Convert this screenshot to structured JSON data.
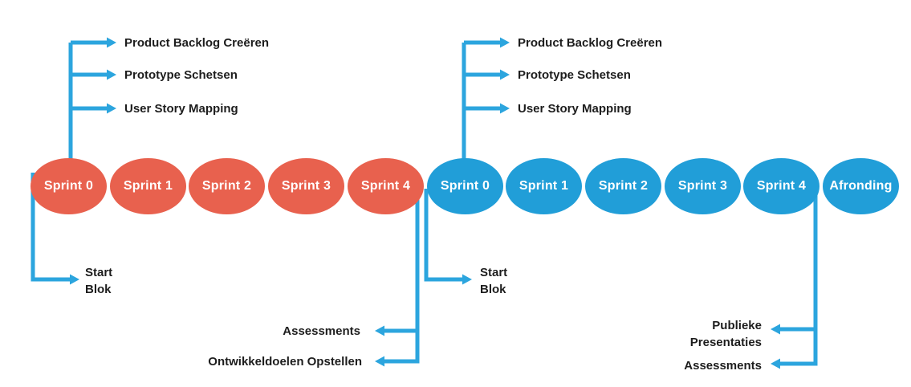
{
  "colors": {
    "red_circle": "#e8614e",
    "blue_circle": "#219ed8",
    "line_blue": "#2ca5de",
    "text_dark": "#1d1d1d",
    "circle_text": "#ffffff"
  },
  "timeline": {
    "circles": [
      {
        "label": "Sprint 0",
        "color": "red"
      },
      {
        "label": "Sprint 1",
        "color": "red"
      },
      {
        "label": "Sprint 2",
        "color": "red"
      },
      {
        "label": "Sprint 3",
        "color": "red"
      },
      {
        "label": "Sprint 4",
        "color": "red"
      },
      {
        "label": "Sprint 0",
        "color": "blue"
      },
      {
        "label": "Sprint 1",
        "color": "blue"
      },
      {
        "label": "Sprint 2",
        "color": "blue"
      },
      {
        "label": "Sprint 3",
        "color": "blue"
      },
      {
        "label": "Sprint 4",
        "color": "blue"
      },
      {
        "label": "Afronding",
        "color": "blue"
      }
    ]
  },
  "labels": {
    "block1": {
      "tasks": [
        "Product Backlog Creëren",
        "Prototype Schetsen",
        "User Story Mapping"
      ],
      "start": "Start\nBlok",
      "end": [
        "Assessments",
        "Ontwikkeldoelen Opstellen"
      ]
    },
    "block2": {
      "tasks": [
        "Product Backlog Creëren",
        "Prototype Schetsen",
        "User Story Mapping"
      ],
      "start": "Start\nBlok",
      "end": [
        "Publieke\nPresentaties",
        "Assessments"
      ]
    }
  }
}
